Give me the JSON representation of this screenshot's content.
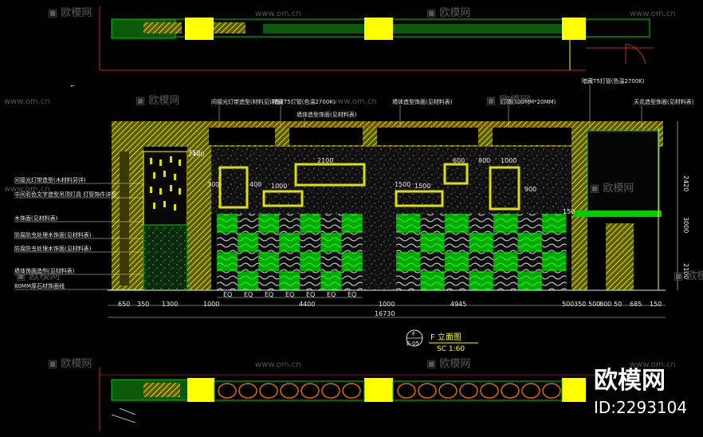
{
  "colors": {
    "background": "#000000",
    "hatch_yellow": "#d8d800",
    "green": "#00cc00",
    "red_lines": "#ff3030",
    "white": "#e8e8e8",
    "cyan": "#00c8c8"
  },
  "drawing": {
    "title": "F 立面图",
    "scale": "SC 1:60",
    "marker_top": "F",
    "marker_bottom": "E-05",
    "total_dim": "16730",
    "dims_bottom": [
      "650",
      "350",
      "1300",
      "1000",
      "4400",
      "1000",
      "4945",
      "500",
      "350",
      "500",
      "800",
      "50",
      "685",
      "150"
    ],
    "eq_labels": [
      "EQ",
      "EQ",
      "EQ",
      "EQ",
      "EQ",
      "EQ",
      "EQ"
    ],
    "dims_right": [
      "2420",
      "3000",
      "2100"
    ],
    "dims_inner": [
      "2100",
      "1000",
      "600",
      "800",
      "1500",
      "1000",
      "400",
      "1500",
      "900",
      "150",
      "300",
      "2400",
      "350"
    ],
    "notes_left": [
      "间接光灯带造型(木材料另详)",
      "中间彩色文字造型吊顶灯具 灯管饰件详图",
      "木饰面(见材料表)",
      "防腐防虫处理木饰面(见材料表)",
      "防腐防虫处理木饰面(见材料表)",
      "墙体饰面造型(见材料表)",
      "80MM厚石材饰面线"
    ],
    "notes_top": [
      "间接光灯带造型(材料见详图)",
      "暗藏T5灯管(色温2700K)",
      "墙体造型饰面(见材料表)",
      "墙体造型饰面(见材料表)",
      "灯槽(100MM*20MM)",
      "暗藏T5灯管(色温2700K)",
      "天花造型饰面(见材料表)"
    ]
  },
  "watermark": {
    "brand": "欧模网",
    "site": "www.om.cn",
    "id": "ID:2293104"
  }
}
